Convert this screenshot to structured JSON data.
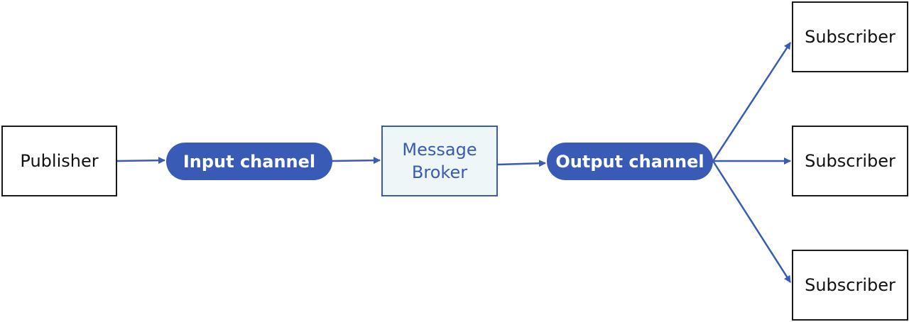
{
  "nodes": {
    "publisher": "Publisher",
    "input_channel": "Input channel",
    "broker_line1": "Message",
    "broker_line2": "Broker",
    "output_channel": "Output channel",
    "subscribers": [
      "Subscriber",
      "Subscriber",
      "Subscriber"
    ]
  },
  "colors": {
    "accent": "#3a5bb5",
    "broker_fill": "#eef6f8",
    "box_border": "#1a1a1a"
  }
}
